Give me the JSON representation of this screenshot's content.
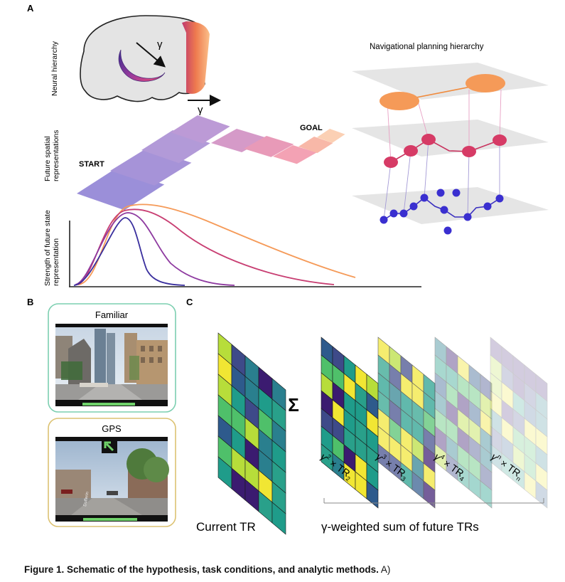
{
  "panels": {
    "a": "A",
    "b": "B",
    "c": "C"
  },
  "brain": {
    "ylabel": "Neural hierarchy",
    "gamma_inner": "γ",
    "gamma_outer": "γ"
  },
  "spatial": {
    "ylabel_line1": "Future spatial",
    "ylabel_line2": "representations",
    "start": "START",
    "goal": "GOAL"
  },
  "strength": {
    "ylabel_line1": "Strength of future state",
    "ylabel_line2": "representation"
  },
  "nav": {
    "title": "Navigational planning hierarchy"
  },
  "conditions": {
    "familiar": "Familiar",
    "gps": "GPS",
    "street_sign": "Dufferin"
  },
  "matrix": {
    "sigma": "Σ",
    "current_tr": "Current TR",
    "sum_label": "γ-weighted sum of future TRs",
    "terms": [
      {
        "g": "γ",
        "exp": "2",
        "tr": "TR",
        "sub": "2"
      },
      {
        "g": "γ",
        "exp": "3",
        "tr": "TR",
        "sub": "3"
      },
      {
        "g": "γ",
        "exp": "4",
        "tr": "TR",
        "sub": "4"
      },
      {
        "g": "γ",
        "exp": "n",
        "tr": "TR",
        "sub": "n"
      }
    ]
  },
  "caption": {
    "bold": "Figure 1. Schematic of the hypothesis, task conditions, and analytic methods.",
    "rest": " A)"
  },
  "colors": {
    "navy": "#3a2f9e",
    "purple": "#8e3aa0",
    "magenta": "#c83e72",
    "orange": "#f59a58",
    "familiar_frame": "#7ccfb0",
    "gps_frame": "#dcc272",
    "progress_green": "#6fd16a"
  }
}
